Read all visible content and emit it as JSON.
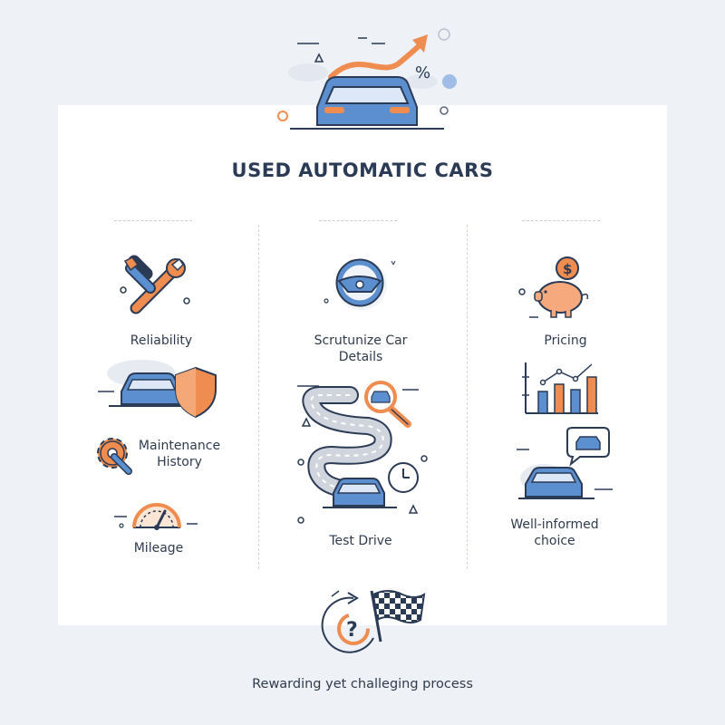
{
  "title": "USED AUTOMATIC CARS",
  "columns": {
    "left": {
      "items": [
        {
          "label": "Reliability"
        },
        {
          "label": "Maintenance History"
        },
        {
          "label": "Mileage"
        }
      ]
    },
    "center": {
      "items": [
        {
          "label": "Scrutunize Car Details"
        },
        {
          "label": "Test Drive"
        }
      ]
    },
    "right": {
      "items": [
        {
          "label": "Pricing"
        },
        {
          "label": "Well-informed choice"
        }
      ]
    }
  },
  "footer": {
    "label": "Rewarding yet challeging process"
  },
  "icons": {
    "header": "car-rising-arrow-icon",
    "wrench": "wrench-icon",
    "car_shield": "car-shield-icon",
    "gear": "gear-wrench-icon",
    "gauge": "speedometer-icon",
    "steering": "steering-wheel-icon",
    "road": "winding-road-icon",
    "magnifier": "magnifier-icon",
    "clock": "clock-icon",
    "piggy": "piggy-bank-icon",
    "bar_chart": "bar-chart-icon",
    "car_chat": "car-speech-bubble-icon",
    "cycle": "cycle-question-icon",
    "flag": "checkered-flag-icon",
    "percent_symbol": "%",
    "dollar_symbol": "$",
    "question_symbol": "?"
  },
  "colors": {
    "blue": "#5b8fcf",
    "navy": "#2b3b55",
    "orange": "#ef8c4f",
    "panel": "#ffffff",
    "background": "#eef1f6"
  }
}
